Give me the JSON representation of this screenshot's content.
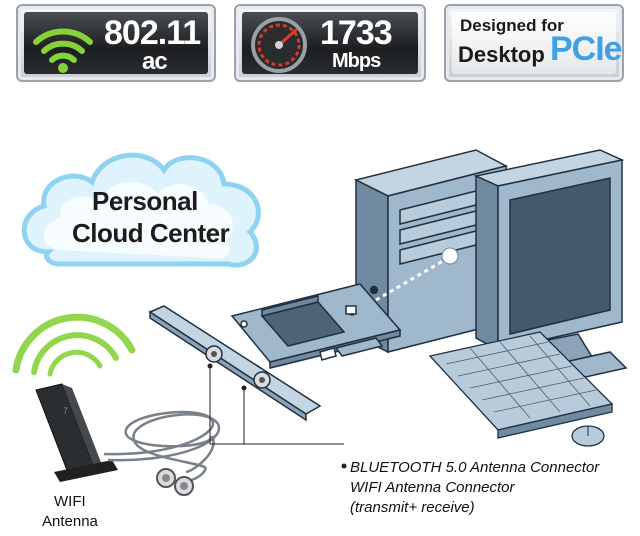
{
  "badges": {
    "wifi": {
      "main": "802.11",
      "sub": "ac"
    },
    "speed": {
      "main": "1733",
      "sub": "Mbps"
    },
    "pcie": {
      "line1": "Designed for",
      "line2": "Desktop",
      "brand": "PCIe"
    }
  },
  "cloud": {
    "line1": "Personal",
    "line2": "Cloud Center"
  },
  "antenna": {
    "line1": "WIFI",
    "line2": "Antenna"
  },
  "connectors": {
    "bluetooth": "BLUETOOTH  5.0 Antenna Connector",
    "wifi": "WIFI Antenna Connector",
    "wifi_note": "(transmit+ receive)"
  },
  "colors": {
    "device_blue": "#9fb8cc",
    "device_blue_dark": "#6f8aa1",
    "cloud_blue": "#8fd3f2",
    "wifi_green": "#86d23a"
  }
}
